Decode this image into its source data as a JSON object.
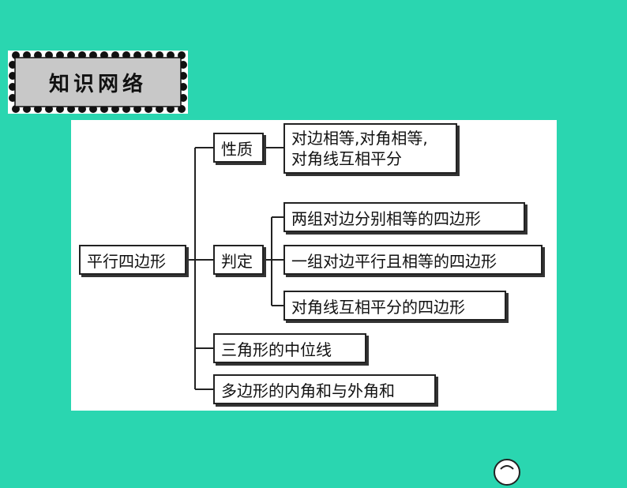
{
  "header": {
    "title": "知识网络"
  },
  "diagram": {
    "root": "平行四边形",
    "properties": {
      "label": "性质",
      "detail_line1": "对边相等,对角相等,",
      "detail_line2": "对角线互相平分"
    },
    "criteria": {
      "label": "判定",
      "items": [
        "两组对边分别相等的四边形",
        "一组对边平行且相等的四边形",
        "对角线互相平分的四边形"
      ]
    },
    "midline": "三角形的中位线",
    "polygon_angles": "多边形的内角和与外角和"
  },
  "colors": {
    "background": "#2ad6b0",
    "panel": "#ffffff",
    "border": "#222222",
    "badge_fill": "#c8c8c8"
  }
}
